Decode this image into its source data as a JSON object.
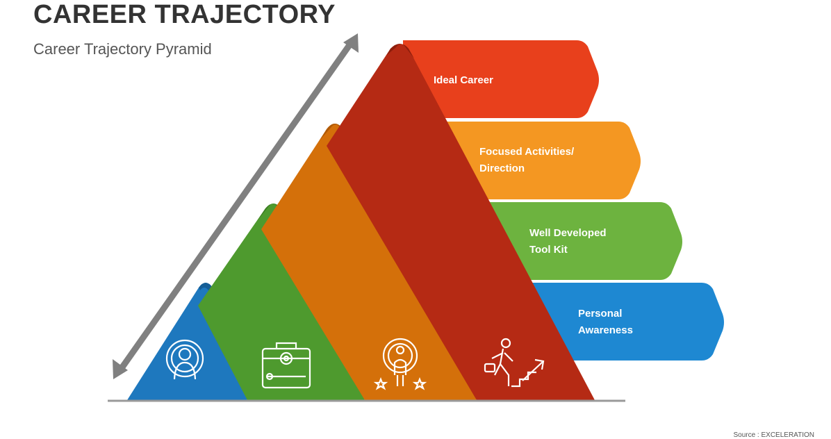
{
  "header": {
    "title": "CAREER TRAJECTORY",
    "subtitle": "Career Trajectory Pyramid"
  },
  "levels": [
    {
      "name": "level-ideal-career",
      "lines": [
        "Ideal Career"
      ],
      "color": "#E8401C",
      "band_color": "#B52A14",
      "icon": "businessman-climbing-stairs-icon"
    },
    {
      "name": "level-focused-activities",
      "lines": [
        "Focused Activities/",
        "Direction"
      ],
      "color": "#F49722",
      "band_color": "#D4700A",
      "icon": "person-broadcast-stars-icon"
    },
    {
      "name": "level-tool-kit",
      "lines": [
        "Well Developed",
        "Tool Kit"
      ],
      "color": "#6DB33F",
      "band_color": "#4E9A2E",
      "icon": "toolbox-gear-wrench-icon"
    },
    {
      "name": "level-personal-awareness",
      "lines": [
        "Personal",
        "Awareness"
      ],
      "color": "#1E88D2",
      "band_color": "#1A6FAF",
      "icon": "person-target-icon"
    }
  ],
  "source": "Source : EXCELERATION",
  "colors": {
    "axis_arrow": "#808080",
    "baseline": "#999999"
  }
}
